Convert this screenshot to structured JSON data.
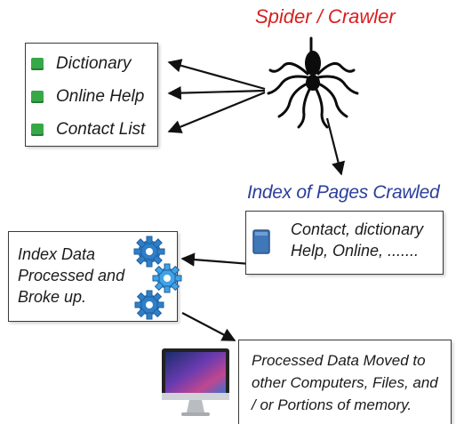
{
  "spider": {
    "title": "Spider / Crawler",
    "title_color": "#d71f1f"
  },
  "sources": {
    "items": [
      {
        "label": "Dictionary"
      },
      {
        "label": "Online Help"
      },
      {
        "label": "Contact List"
      }
    ],
    "bullet_color": "#37a847"
  },
  "index": {
    "title": "Index of Pages Crawled",
    "title_color": "#2b3e9c",
    "lines": [
      "Contact, dictionary",
      "Help, Online, ......."
    ]
  },
  "processing": {
    "lines": [
      "Index Data",
      "Processed and",
      "Broke up."
    ]
  },
  "output": {
    "lines": [
      "Processed Data Moved to",
      "other Computers, Files, and",
      "/ or Portions of memory."
    ]
  },
  "icons": [
    "spider-icon",
    "document-icon",
    "gears-icon",
    "desktop-computer-icon"
  ]
}
